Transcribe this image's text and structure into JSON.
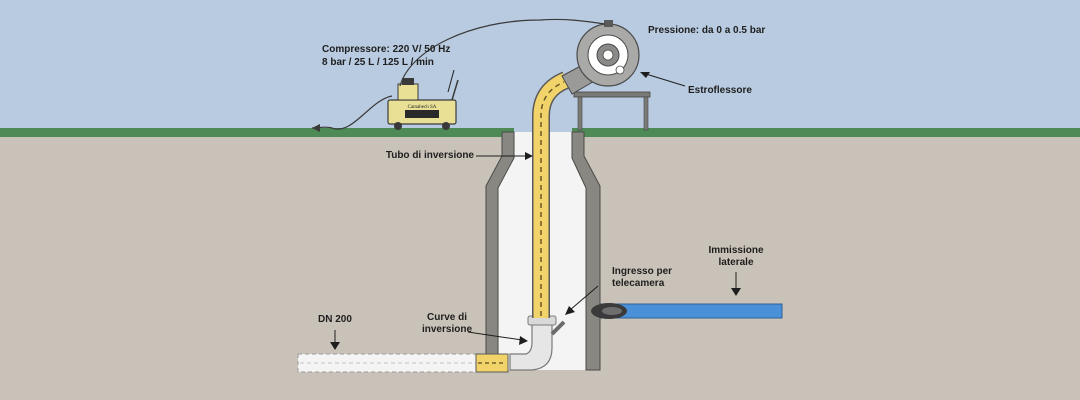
{
  "labels": {
    "compressor_line1": "Compressore: 220 V/ 50 Hz",
    "compressor_line2": "8 bar / 25 L / 125 L / min",
    "pressure": "Pressione: da 0 a 0.5 bar",
    "extruder": "Estroflessore",
    "inversion_tube": "Tubo di inversione",
    "lateral_line1": "Immissione",
    "lateral_line2": "laterale",
    "camera_line1": "Ingresso per",
    "camera_line2": "telecamera",
    "curve_line1": "Curve di",
    "curve_line2": "inversione",
    "dn": "DN 200",
    "compressor_brand": "Camabech SA"
  },
  "colors": {
    "sky": "#b9cbe0",
    "ground": "#c9c2b8",
    "grass": "#4e8a55",
    "shaft_wall": "#888782",
    "tube_yellow": "#f1d36a",
    "lateral_blue": "#4a90d9",
    "compressor": "#e9e096"
  }
}
